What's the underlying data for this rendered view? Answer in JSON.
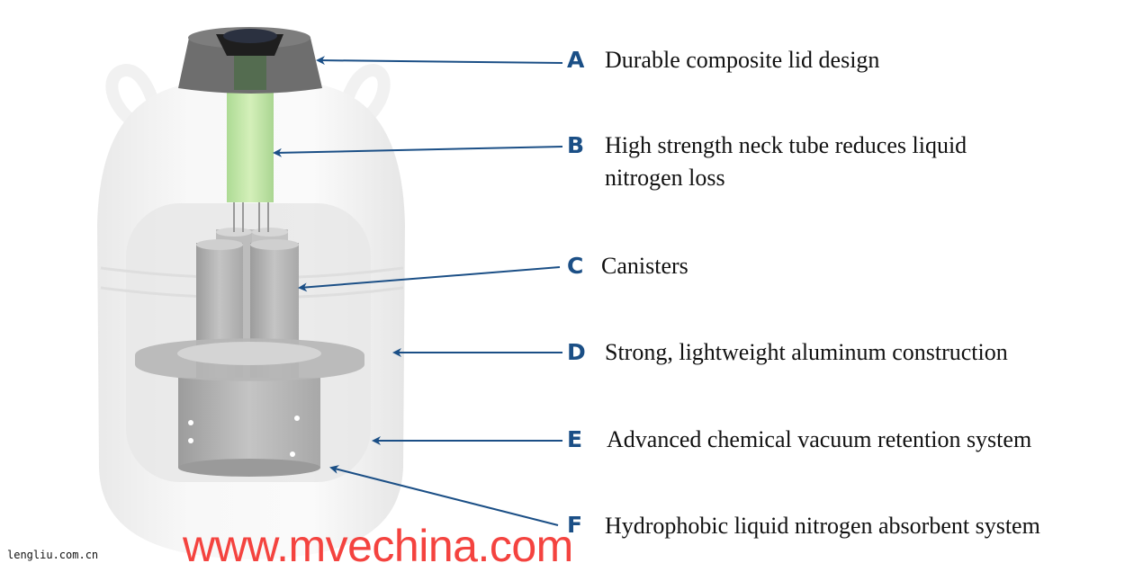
{
  "callouts": [
    {
      "letter": "A",
      "text": "Durable composite lid design"
    },
    {
      "letter": "B",
      "text_line1": "High strength neck tube reduces liquid",
      "text_line2": "nitrogen loss"
    },
    {
      "letter": "C",
      "text": "Canisters"
    },
    {
      "letter": "D",
      "text": "Strong, lightweight aluminum construction"
    },
    {
      "letter": "E",
      "text": "Advanced chemical vacuum retention system"
    },
    {
      "letter": "F",
      "text": "Hydrophobic liquid nitrogen absorbent system"
    }
  ],
  "watermark": "www.mvechina.com",
  "source_mark": "lengliu.com.cn",
  "colors": {
    "arrow": "#1b4f86",
    "watermark": "#f4433f"
  }
}
